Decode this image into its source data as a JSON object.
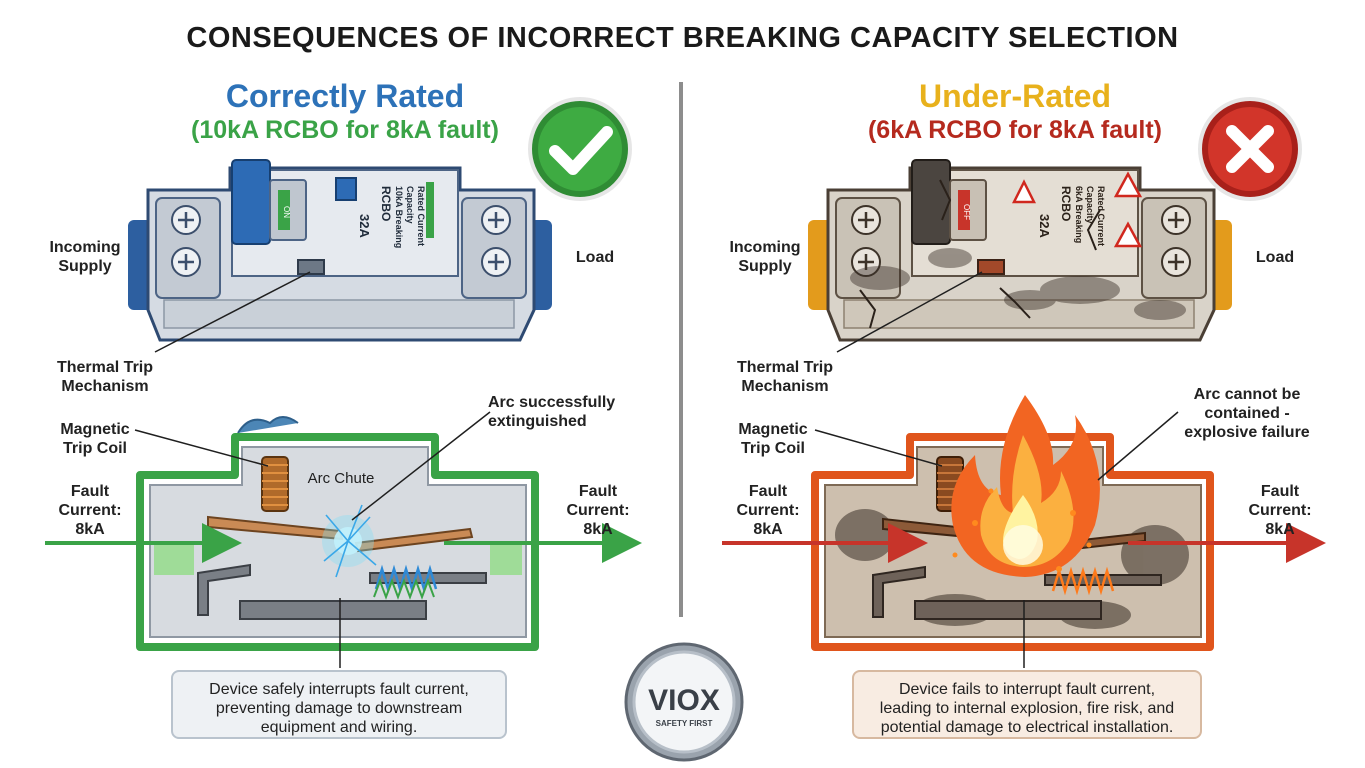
{
  "title": "CONSEQUENCES OF INCORRECT BREAKING CAPACITY SELECTION",
  "left": {
    "heading": "Correctly Rated",
    "subheading": "(10kA RCBO for 8kA fault)",
    "incoming": [
      "Incoming",
      "Supply"
    ],
    "load": "Load",
    "thermal": [
      "Thermal Trip",
      "Mechanism"
    ],
    "magnetic": [
      "Magnetic",
      "Trip Coil"
    ],
    "arc_chute": "Arc Chute",
    "arc_note": [
      "Arc successfully",
      "extinguished"
    ],
    "fault_in": [
      "Fault",
      "Current:",
      "8kA"
    ],
    "fault_out": [
      "Fault",
      "Current:",
      "8kA"
    ],
    "device_text": {
      "type": "RCBO",
      "line1": "10kA Breaking",
      "line2": "Capacity",
      "line3": "Rated Current",
      "rating": "32A",
      "toggle": "ON"
    },
    "caption": [
      "Device safely interrupts fault current,",
      "preventing damage to downstream",
      "equipment and wiring."
    ],
    "accent": "#2e9b3a"
  },
  "right": {
    "heading": "Under-Rated",
    "subheading": "(6kA RCBO for 8kA fault)",
    "incoming": [
      "Incoming",
      "Supply"
    ],
    "load": "Load",
    "thermal": [
      "Thermal Trip",
      "Mechanism"
    ],
    "magnetic": [
      "Magnetic",
      "Trip Coil"
    ],
    "arc_note": [
      "Arc cannot be",
      "contained -",
      "explosive failure"
    ],
    "fault_in": [
      "Fault",
      "Current:",
      "8kA"
    ],
    "fault_out": [
      "Fault",
      "Current:",
      "8kA"
    ],
    "device_text": {
      "type": "RCBO",
      "line1": "6kA Breaking",
      "line2": "Capacity",
      "line3": "Rated Current",
      "rating": "32A",
      "toggle": "OFF"
    },
    "caption": [
      "Device fails to interrupt fault current,",
      "leading to internal explosion, fire risk, and",
      "potential damage to electrical installation."
    ],
    "accent": "#d24a1e"
  },
  "logo": {
    "brand": "VIOX",
    "tagline": "SAFETY FIRST"
  },
  "icons": {
    "ok": "check-icon",
    "bad": "cross-icon"
  },
  "colors": {
    "blue": "#2d72b8",
    "green": "#3aa347",
    "gold": "#e8b11c",
    "red": "#b52a1e"
  }
}
